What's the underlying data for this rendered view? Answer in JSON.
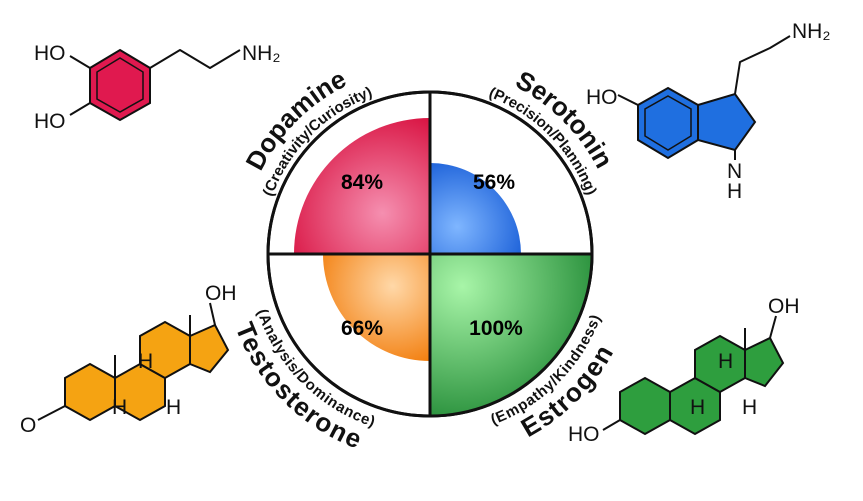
{
  "diagram": {
    "quadrants": [
      {
        "id": "dopamine",
        "name": "Dopamine",
        "subtitle": "(Creativity/Curiosity)",
        "percent_label": "84%",
        "value": 84,
        "color": "#e0194f"
      },
      {
        "id": "serotonin",
        "name": "Serotonin",
        "subtitle": "(Precision/Planning)",
        "percent_label": "56%",
        "value": 56,
        "color": "#1f6fe0"
      },
      {
        "id": "testosterone",
        "name": "Testosterone",
        "subtitle": "(Analysis/Dominance)",
        "percent_label": "66%",
        "value": 66,
        "color": "#f58a12"
      },
      {
        "id": "estrogen",
        "name": "Estrogen",
        "subtitle": "(Empathy/Kindness)",
        "percent_label": "100%",
        "value": 100,
        "color": "#2e9e3e"
      }
    ],
    "molecules": {
      "dopamine": {
        "color": "#e0194f",
        "labels": {
          "oh1": "HO",
          "oh2": "HO",
          "nh2": "NH₂"
        }
      },
      "serotonin": {
        "color": "#1f6fe0",
        "labels": {
          "oh": "HO",
          "nh": "N",
          "h": "H",
          "nh2": "NH₂"
        }
      },
      "testosterone": {
        "color": "#f5a312",
        "labels": {
          "o": "O",
          "oh": "OH",
          "h1": "H",
          "h2": "H",
          "h3": "H"
        }
      },
      "estrogen": {
        "color": "#2e9e3e",
        "labels": {
          "oh_left": "HO",
          "oh": "OH",
          "h1": "H",
          "h2": "H",
          "h3": "H"
        }
      }
    }
  }
}
